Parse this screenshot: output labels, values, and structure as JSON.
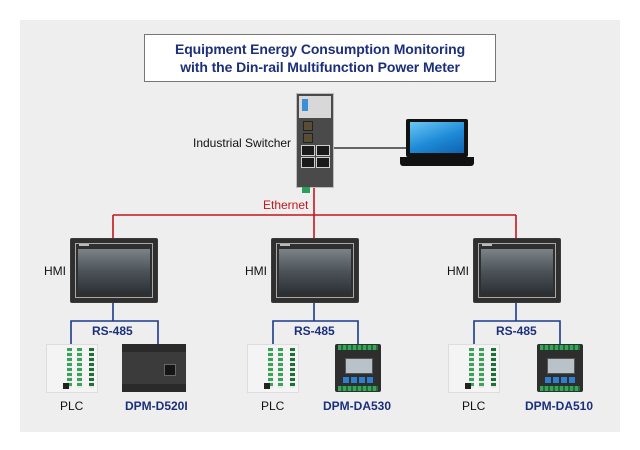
{
  "title": {
    "line1": "Equipment Energy Consumption Monitoring",
    "line2": "with the Din-rail Multifunction Power Meter"
  },
  "network": {
    "switch_label": "Industrial Switcher",
    "ethernet_label": "Ethernet",
    "ethernet_color": "#c4161c",
    "rs485_color": "#1c3a8a"
  },
  "nodes": [
    {
      "hmi_label": "HMI",
      "bus_label": "RS-485",
      "plc_label": "PLC",
      "meter_label": "DPM-D520I"
    },
    {
      "hmi_label": "HMI",
      "bus_label": "RS-485",
      "plc_label": "PLC",
      "meter_label": "DPM-DA530"
    },
    {
      "hmi_label": "HMI",
      "bus_label": "RS-485",
      "plc_label": "PLC",
      "meter_label": "DPM-DA510"
    }
  ],
  "icons": {
    "switch": "industrial-switch-icon",
    "laptop": "laptop-icon",
    "hmi": "hmi-touchscreen-icon",
    "plc": "plc-icon",
    "meter": "power-meter-icon"
  }
}
